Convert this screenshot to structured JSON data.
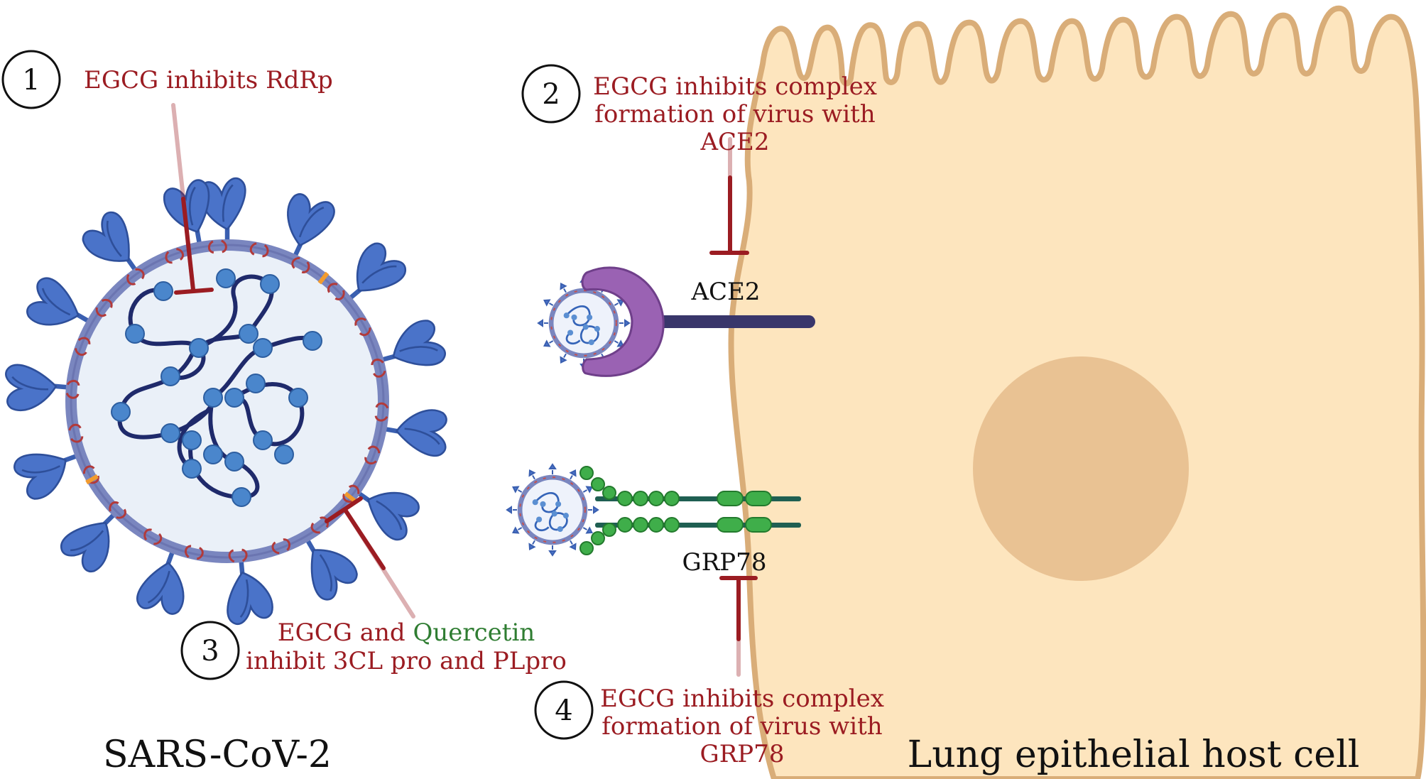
{
  "steps": [
    {
      "number": "1",
      "text": "EGCG inhibits RdRp"
    },
    {
      "number": "2",
      "lines": [
        "EGCG inhibits complex",
        "formation of virus with",
        "ACE2"
      ]
    },
    {
      "number": "3",
      "line1_part1": "EGCG and ",
      "line1_part2": "Quercetin",
      "line2": "inhibit 3CL pro and PLpro"
    },
    {
      "number": "4",
      "lines": [
        "EGCG inhibits complex",
        "formation of virus with",
        "GRP78"
      ]
    }
  ],
  "receptors": {
    "ace2": "ACE2",
    "grp78": "GRP78"
  },
  "labels": {
    "virus": "SARS-CoV-2",
    "cell": "Lung epithelial host cell"
  },
  "colors": {
    "inhibitor": "#9b1c22",
    "quercetin": "#2f7d32",
    "cell_fill": "#fde5be",
    "cell_stroke": "#d9ad78",
    "nucleus": "#e9c293",
    "virus_membrane": "#7a86bf",
    "virus_interior": "#eaf0f8",
    "spike": "#4a73c9",
    "rna_bead": "#4a86cc",
    "rna_strand": "#1f2a6b",
    "ace2_receptor": "#9a62b3",
    "ace2_stalk": "#39366b",
    "grp78_bead": "#3fae4a",
    "grp78_stalk": "#1f5f52"
  }
}
